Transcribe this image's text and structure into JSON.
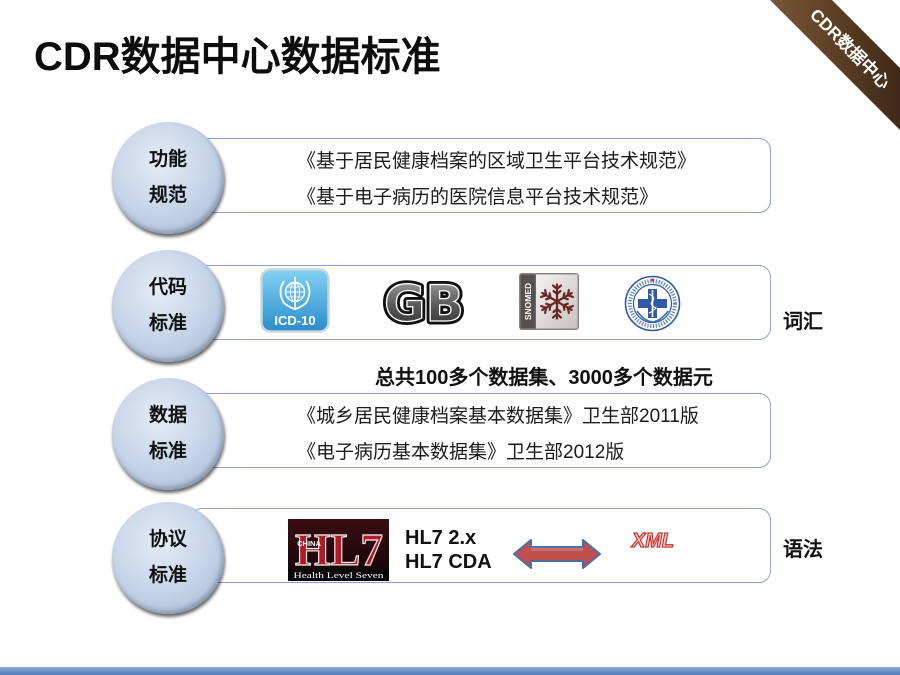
{
  "slide": {
    "title": "CDR数据中心数据标准",
    "corner_badge": "CDR数据中心",
    "summary": "总共100多个数据集、3000多个数据元"
  },
  "rows": [
    {
      "badge": [
        "功能",
        "规范"
      ],
      "lines": [
        "《基于居民健康档案的区域卫生平台技术规范》",
        "《基于电子病历的医院信息平台技术规范》"
      ]
    },
    {
      "badge": [
        "代码",
        "标准"
      ],
      "logos": [
        "icd-10-logo",
        "gb-national-standard-logo",
        "snomed-logo",
        "health-ministry-emblem"
      ],
      "side_label": "词汇"
    },
    {
      "badge": [
        "数据",
        "标准"
      ],
      "lines": [
        "《城乡居民健康档案基本数据集》卫生部2011版",
        "《电子病历基本数据集》卫生部2012版"
      ]
    },
    {
      "badge": [
        "协议",
        "标准"
      ],
      "logo": "hl7-china-logo",
      "protocols": [
        "HL7 2.x",
        "HL7 CDA"
      ],
      "connector_icon": "bidirectional-arrow-icon",
      "format": "XML",
      "side_label": "语法"
    }
  ],
  "logos": {
    "icd10": {
      "text": "ICD-10"
    },
    "gb": {
      "text": "GB"
    },
    "snomed": {
      "text": "SNOMED"
    },
    "hl7": {
      "country": "CHINA",
      "mark": "HL7",
      "tagline": "Health Level Seven"
    }
  },
  "colors": {
    "ribbon": "#5c3f25",
    "badge_fill": "#c7d5e9",
    "panel_border": "#8aa3c8",
    "footer_bar": "#4f7fbc",
    "arrow_fill": "#c0504d",
    "arrow_outline": "#4a6ea9",
    "xml_outline": "#c9302a",
    "icd_blue": "#2a8ccc"
  }
}
